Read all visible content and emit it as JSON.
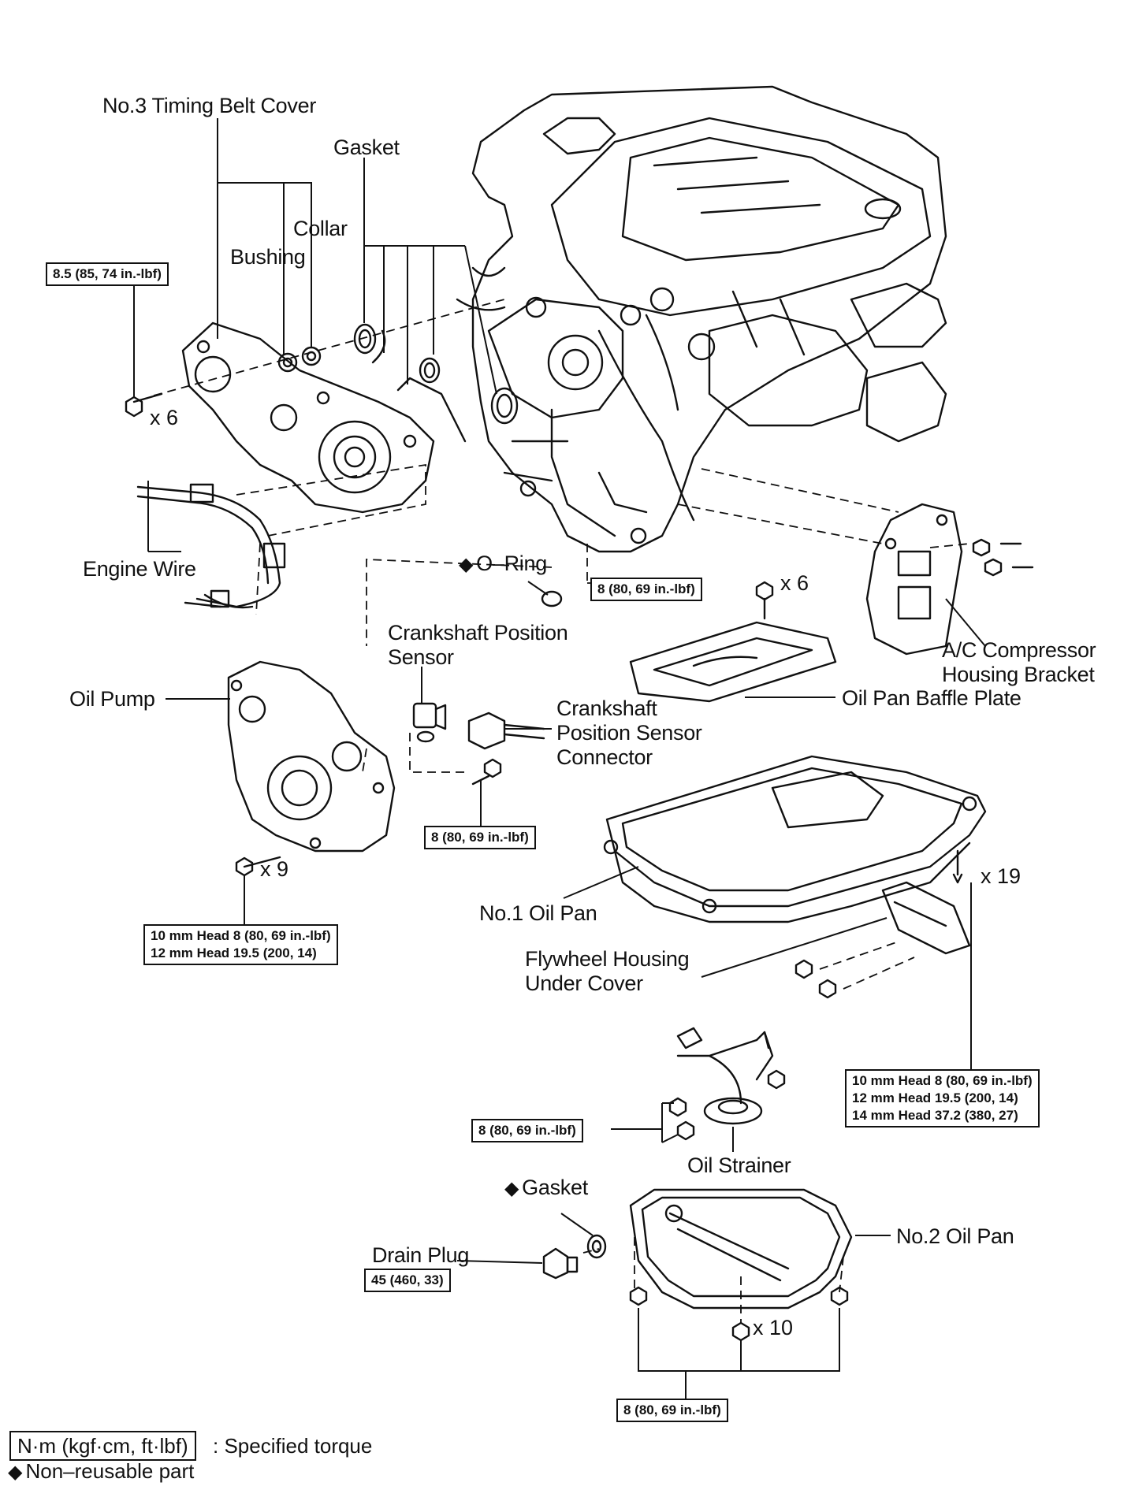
{
  "labels": {
    "timing_belt_cover": "No.3 Timing Belt Cover",
    "gasket_top": "Gasket",
    "collar": "Collar",
    "bushing": "Bushing",
    "engine_wire": "Engine Wire",
    "o_ring": "O–Ring",
    "crank_sensor_1": "Crankshaft Position",
    "crank_sensor_2": "Sensor",
    "oil_pump": "Oil Pump",
    "crank_conn_1": "Crankshaft",
    "crank_conn_2": "Position Sensor",
    "crank_conn_3": "Connector",
    "ac_bracket_1": "A/C Compressor",
    "ac_bracket_2": "Housing Bracket",
    "baffle_plate": "Oil Pan Baffle Plate",
    "no1_oil_pan": "No.1 Oil Pan",
    "flywheel_1": "Flywheel Housing",
    "flywheel_2": "Under Cover",
    "oil_strainer": "Oil Strainer",
    "gasket_bottom": "Gasket",
    "no2_oil_pan": "No.2 Oil Pan",
    "drain_plug": "Drain Plug"
  },
  "torques": {
    "timing_cover": "8.5 (85, 74 in.-lbf)",
    "o_ring_bolts": "8 (80, 69 in.-lbf)",
    "sensor_bolt": "8 (80, 69 in.-lbf)",
    "oil_pump_1": "10 mm Head 8 (80, 69 in.-lbf)",
    "oil_pump_2": "12 mm Head 19.5 (200, 14)",
    "pan_1": "10 mm Head 8 (80, 69 in.-lbf)",
    "pan_2": "12 mm Head 19.5 (200, 14)",
    "pan_3": "14 mm Head 37.2 (380, 27)",
    "strainer": "8 (80, 69 in.-lbf)",
    "drain_plug": "45 (460, 33)",
    "no2_pan": "8 (80, 69 in.-lbf)"
  },
  "counts": {
    "timing_cover": "x 6",
    "o_ring_bolts": "x 6",
    "oil_pump": "x 9",
    "pan": "x 19",
    "no2_pan": "x 10"
  },
  "legend": {
    "unit_box": "N·m (kgf·cm, ft·lbf)",
    "unit_text": ": Specified torque",
    "non_reusable": "Non–reusable part",
    "diamond": "◆"
  }
}
